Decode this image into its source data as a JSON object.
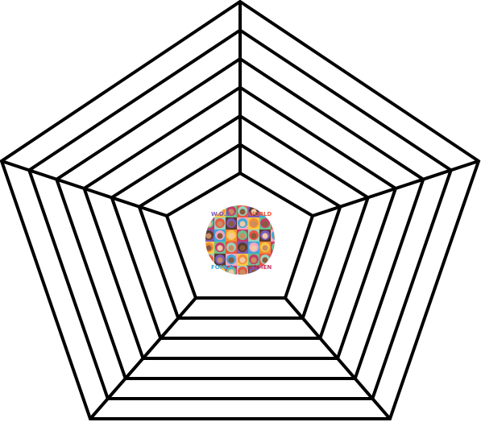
{
  "colors": {
    "web_stroke": "#000000",
    "background": "#ffffff",
    "logo_palette": [
      "#f2a7c3",
      "#f7c948",
      "#6dbf8b",
      "#e8573f",
      "#7a5bb8",
      "#3fa7d6",
      "#f28c38",
      "#c43b6a",
      "#9ad1c2",
      "#5a3a2e"
    ]
  },
  "web": {
    "rings": 7,
    "spokes": 5
  },
  "logo": {
    "icon": "women-faces-circle-logo",
    "top_left_text": "W.O.D",
    "top_right_text": "WORLD",
    "bottom_left_text": "FOMLD",
    "bottom_right_text": "WOMEN"
  }
}
